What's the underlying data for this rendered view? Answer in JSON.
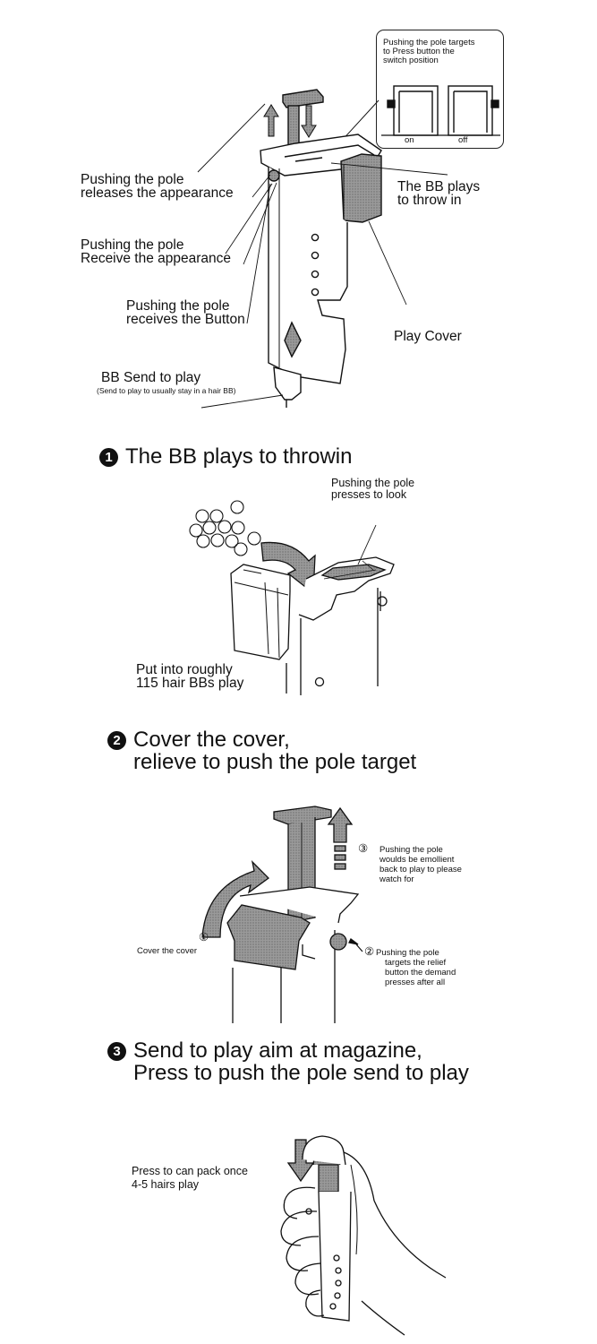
{
  "inset": {
    "caption": [
      "Pushing the pole targets",
      "to Press button the",
      "switch position"
    ],
    "on_label": "on",
    "off_label": "off"
  },
  "diagram1": {
    "labels": {
      "releases": [
        "Pushing the pole",
        "releases the appearance"
      ],
      "receive": [
        "Pushing the pole",
        "Receive the appearance"
      ],
      "button": [
        "Pushing the pole",
        "receives the Button"
      ],
      "throw_in": [
        "The BB plays",
        "to throw in"
      ],
      "play_cover": "Play Cover",
      "bb_send": "BB Send to play",
      "bb_send_note": "(Send to play to usually stay in a hair BB)"
    }
  },
  "steps": [
    {
      "number": "1",
      "lines": [
        "The BB plays to throwin"
      ]
    },
    {
      "number": "2",
      "lines": [
        "Cover the cover,",
        "relieve to push the pole target"
      ]
    },
    {
      "number": "3",
      "lines": [
        "Send to play aim at magazine,",
        "Press to push the pole send to play"
      ]
    }
  ],
  "step1_labels": {
    "presses": [
      "Pushing the pole",
      "presses to look"
    ],
    "put_into": [
      "Put into roughly",
      "115 hair BBs play"
    ]
  },
  "step2_labels": {
    "cover_marker": "①",
    "cover": "Cover the cover",
    "step3_marker": "③",
    "step3_text": [
      "Pushing the pole",
      "woulds be emollient",
      "back to play to please",
      "watch for"
    ],
    "step2_marker": "②",
    "step2_text": [
      "Pushing the pole",
      "targets the relief",
      "button the demand",
      "presses after all"
    ]
  },
  "step3_labels": {
    "press": [
      "Press to can pack once",
      "4-5 hairs play"
    ]
  },
  "colors": {
    "ink": "#111111",
    "shade": "#8f8f8f",
    "light_shade": "#bdbdbd"
  }
}
